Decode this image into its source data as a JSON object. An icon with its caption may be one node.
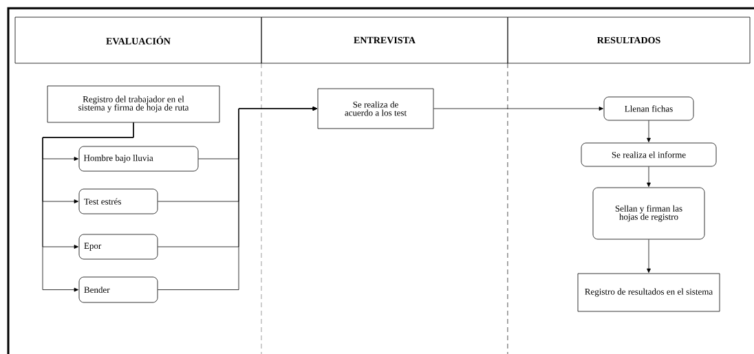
{
  "diagram": {
    "nodes": [
      {
        "text": [
          "EVALUACIÓN"
        ]
      },
      {
        "text": [
          "ENTREVISTA"
        ]
      },
      {
        "text": [
          "RESULTADOS"
        ]
      },
      {
        "text": [
          "Registro del trabajador en el sistema y firma de hoja de ruta"
        ]
      },
      {
        "text": [
          "Hombre bajo lluvia"
        ]
      },
      {
        "text": [
          "Test estrés"
        ]
      },
      {
        "text": [
          "Epor"
        ]
      },
      {
        "text": [
          "Bender"
        ]
      },
      {
        "text": [
          "Se realiza de acuerdo a los test"
        ]
      },
      {
        "text": [
          "Llenan fichas"
        ]
      },
      {
        "text": [
          "Se realiza el informe"
        ]
      },
      {
        "text": [
          "Sellan y firman las hojas de registro"
        ]
      },
      {
        "text": [
          "Registro de resultados en el sistema"
        ]
      }
    ],
    "edges": [
      {
        "from": 3,
        "to": 4,
        "arrow": "to"
      },
      {
        "from": 3,
        "to": 5,
        "arrow": "to"
      },
      {
        "from": 3,
        "to": 6,
        "arrow": "to"
      },
      {
        "from": 3,
        "to": 7,
        "arrow": "to"
      },
      {
        "from": 4,
        "to": 8,
        "arrow": "to"
      },
      {
        "from": 5,
        "to": 8,
        "arrow": "to"
      },
      {
        "from": 6,
        "to": 8,
        "arrow": "to"
      },
      {
        "from": 7,
        "to": 8,
        "arrow": "to"
      },
      {
        "from": 8,
        "to": 9,
        "arrow": "to"
      },
      {
        "from": 9,
        "to": 10,
        "arrow": "to"
      },
      {
        "from": 10,
        "to": 11,
        "arrow": "to"
      },
      {
        "from": 11,
        "to": 12,
        "arrow": "to"
      }
    ]
  }
}
